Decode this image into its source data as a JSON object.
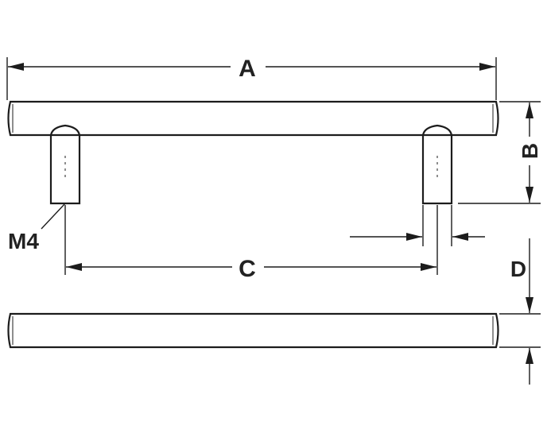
{
  "drawing": {
    "labels": {
      "a": "A",
      "b": "B",
      "c": "C",
      "d": "D",
      "thread": "M4"
    },
    "colors": {
      "line": "#1c1c1c",
      "text": "#222222",
      "background": "#ffffff"
    }
  }
}
